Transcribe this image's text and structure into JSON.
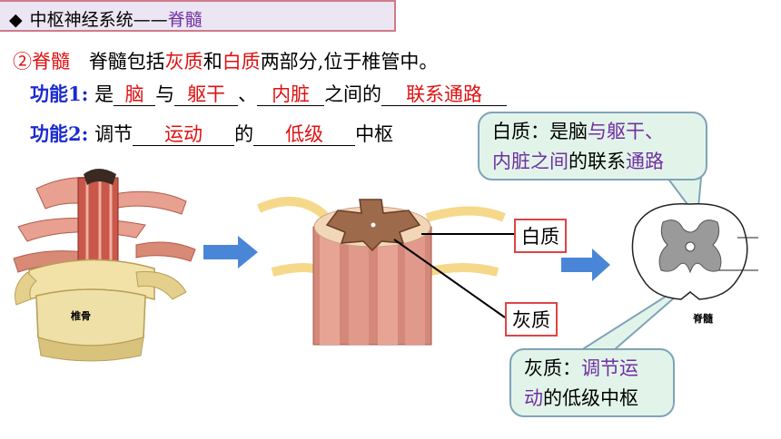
{
  "header": {
    "diamond": "◆",
    "title_prefix": "中枢神经系统——",
    "title_highlight": "脊髓"
  },
  "intro": {
    "marker": "②脊髓",
    "text_a": "脊髓包括",
    "gray": "灰质",
    "and": "和",
    "white": "白质",
    "text_b": "两部分,位于椎管中。"
  },
  "function1": {
    "label": "功能1:",
    "is": "是",
    "blank1": "脑",
    "and": "与",
    "blank2": "躯干",
    "sep": "、",
    "blank3": "内脏",
    "between": "之间的",
    "blank4": "联系通路"
  },
  "function2": {
    "label": "功能2:",
    "regulate": "调节",
    "blank1": "运动",
    "of": "的",
    "blank2": "低级",
    "center": "中枢"
  },
  "callout_white": {
    "line1_a": "白质：是脑",
    "line1_b": "与躯干、",
    "line2_a": "内脏之间",
    "line2_b": "的联系",
    "line2_c": "通路"
  },
  "callout_gray": {
    "line1_a": "灰质：",
    "line1_b": "调节运",
    "line2_a": "动",
    "line2_b": "的低级中枢"
  },
  "labels": {
    "white_matter": "白质",
    "gray_matter": "灰质",
    "vertebra": "椎骨",
    "spinal_cord": "脊髓"
  },
  "colors": {
    "red": "#e01010",
    "purple": "#7030a0",
    "blue": "#1a2bd0",
    "arrow": "#4a86d8"
  }
}
